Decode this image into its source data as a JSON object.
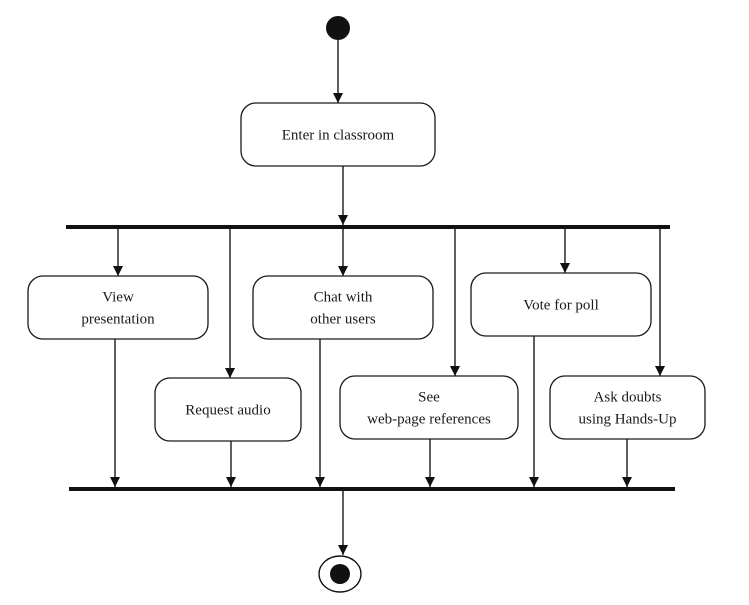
{
  "diagram": {
    "type": "uml-activity",
    "nodes": [
      {
        "id": "start",
        "kind": "initial"
      },
      {
        "id": "enter",
        "kind": "action",
        "lines": [
          "Enter in classroom"
        ]
      },
      {
        "id": "fork",
        "kind": "fork"
      },
      {
        "id": "view",
        "kind": "action",
        "lines": [
          "View",
          "presentation"
        ]
      },
      {
        "id": "audio",
        "kind": "action",
        "lines": [
          "Request audio"
        ]
      },
      {
        "id": "chat",
        "kind": "action",
        "lines": [
          "Chat with",
          "other users"
        ]
      },
      {
        "id": "web",
        "kind": "action",
        "lines": [
          "See",
          "web-page references"
        ]
      },
      {
        "id": "poll",
        "kind": "action",
        "lines": [
          "Vote for poll"
        ]
      },
      {
        "id": "doubts",
        "kind": "action",
        "lines": [
          "Ask doubts",
          "using Hands-Up"
        ]
      },
      {
        "id": "join",
        "kind": "join"
      },
      {
        "id": "end",
        "kind": "final"
      }
    ],
    "edges": [
      {
        "from": "start",
        "to": "enter"
      },
      {
        "from": "enter",
        "to": "fork"
      },
      {
        "from": "fork",
        "to": "view"
      },
      {
        "from": "fork",
        "to": "audio"
      },
      {
        "from": "fork",
        "to": "chat"
      },
      {
        "from": "fork",
        "to": "web"
      },
      {
        "from": "fork",
        "to": "poll"
      },
      {
        "from": "fork",
        "to": "doubts"
      },
      {
        "from": "view",
        "to": "join"
      },
      {
        "from": "audio",
        "to": "join"
      },
      {
        "from": "chat",
        "to": "join"
      },
      {
        "from": "web",
        "to": "join"
      },
      {
        "from": "poll",
        "to": "join"
      },
      {
        "from": "doubts",
        "to": "join"
      },
      {
        "from": "join",
        "to": "end"
      }
    ]
  }
}
